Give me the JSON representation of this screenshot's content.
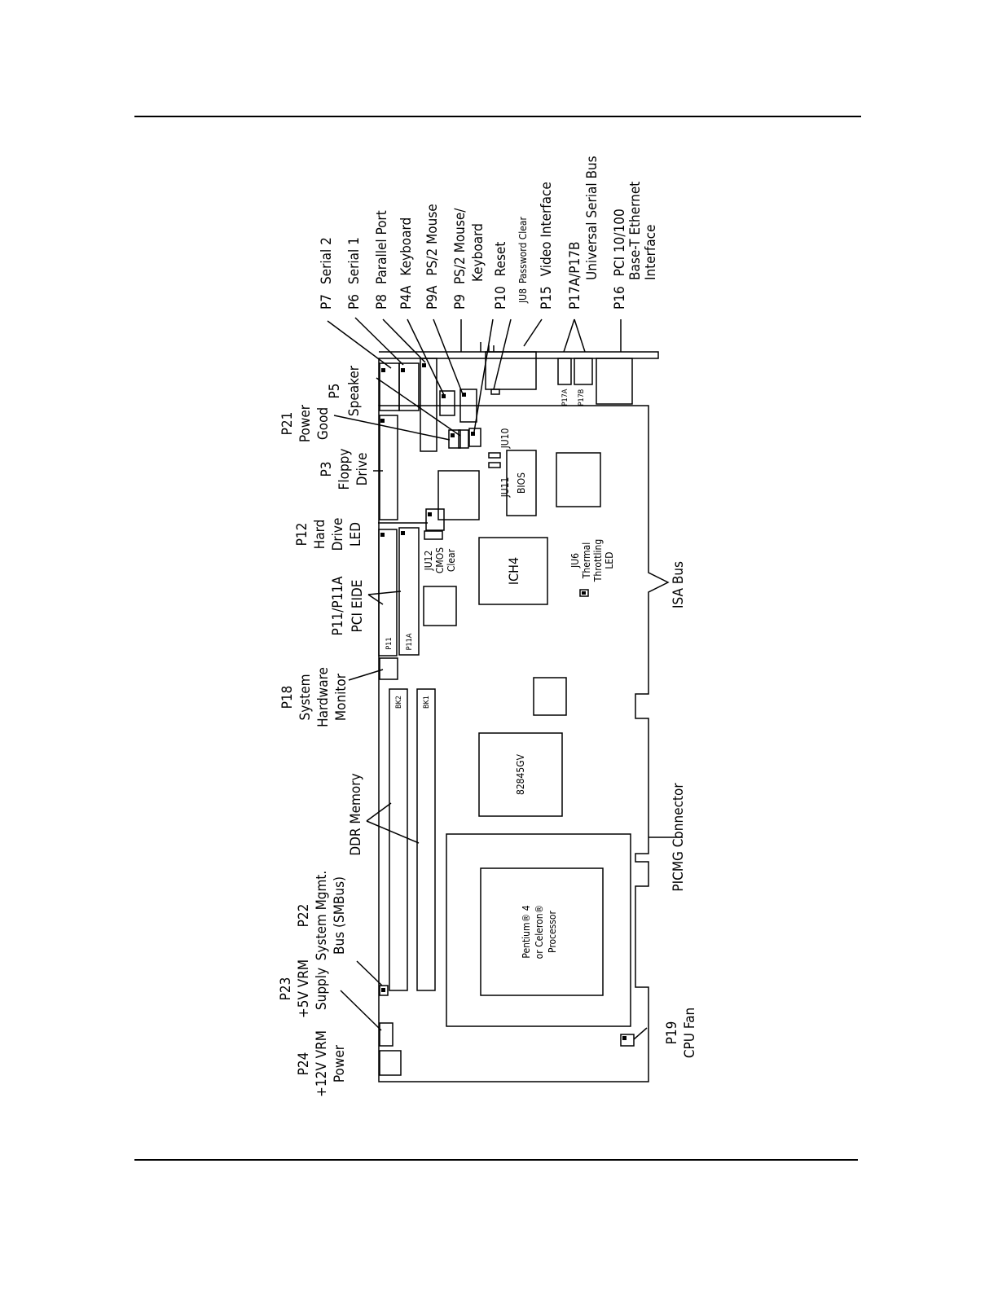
{
  "labels": {
    "p7": [
      "P7",
      "Serial 2"
    ],
    "p6": [
      "P6",
      "Serial 1"
    ],
    "p8": [
      "P8",
      "Parallel Port"
    ],
    "p4a": [
      "P4A",
      "Keyboard"
    ],
    "p9a": [
      "P9A",
      "PS/2 Mouse"
    ],
    "p9": [
      "P9",
      "PS/2 Mouse/",
      "Keyboard"
    ],
    "p10": [
      "P10",
      "Reset"
    ],
    "ju8": [
      "JU8",
      "Password Clear"
    ],
    "p15": [
      "P15",
      "Video Interface"
    ],
    "p17": [
      "P17A/P17B",
      "Universal Serial Bus"
    ],
    "p16": [
      "P16",
      "PCI 10/100",
      "Base-T Ethernet",
      "Interface"
    ],
    "p5": [
      "P5",
      "Speaker"
    ],
    "p21": [
      "P21",
      "Power",
      "Good"
    ],
    "p3": [
      "P3",
      "Floppy",
      "Drive"
    ],
    "p12": [
      "P12",
      "Hard",
      "Drive",
      "LED"
    ],
    "p11": [
      "P11/P11A",
      "PCI EIDE"
    ],
    "p18": [
      "P18",
      "System",
      "Hardware",
      "Monitor"
    ],
    "ddr": [
      "DDR Memory"
    ],
    "p22": [
      "P22",
      "System Mgmt.",
      "Bus (SMBus)"
    ],
    "p23": [
      "P23",
      "+5V VRM",
      "Supply"
    ],
    "p24": [
      "P24",
      "+12V VRM",
      "Power"
    ],
    "isa": [
      "ISA Bus"
    ],
    "picmg": [
      "PICMG Connector"
    ],
    "p19": [
      "P19",
      "CPU Fan"
    ]
  },
  "board": {
    "ju12": [
      "JU12",
      "CMOS",
      "Clear"
    ],
    "ju6": [
      "JU6",
      "Thermal",
      "Throttling",
      "LED"
    ],
    "ju11": "JU11",
    "ju10": "JU10",
    "bios": "BIOS",
    "ich4": "ICH4",
    "mch": "82845GV",
    "bk1": "BK1",
    "bk2": "BK2",
    "p11_tag": "P11",
    "p11a_tag": "P11A",
    "p17a_tag": "P17A",
    "p17b_tag": "P17B",
    "cpu": [
      "Pentium® 4",
      "or Celeron®",
      "Processor"
    ]
  }
}
